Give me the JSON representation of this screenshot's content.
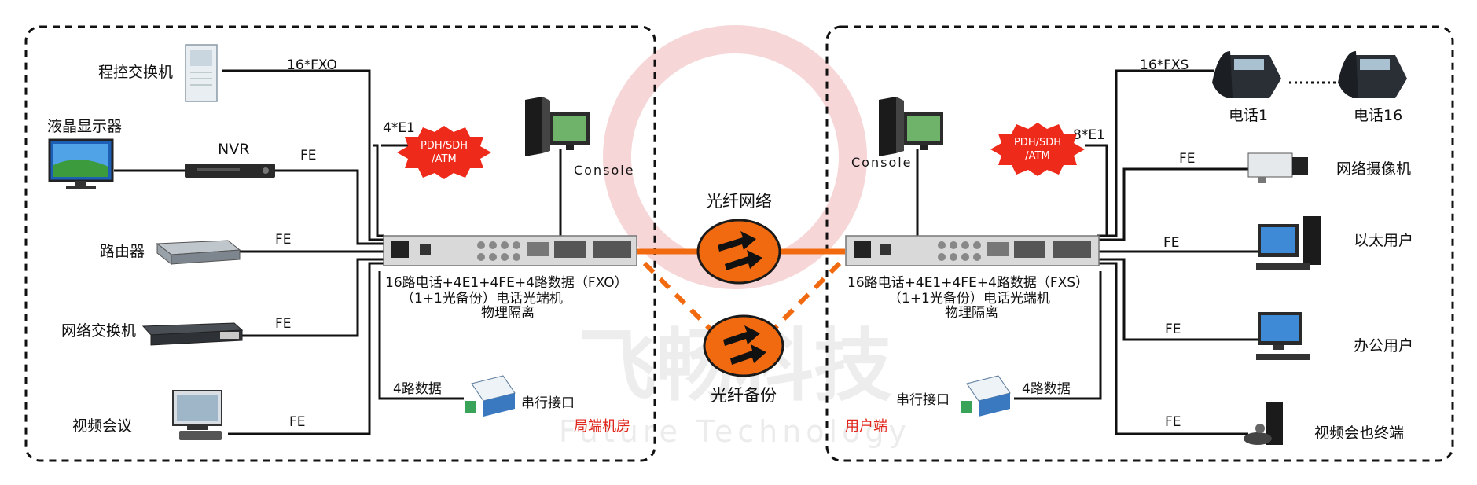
{
  "left_site": {
    "area_label": "局端机房",
    "devices": {
      "pbx": "程控交换机",
      "lcd": "液晶显示器",
      "nvr": "NVR",
      "router": "路由器",
      "switch": "网络交换机",
      "video_conf": "视频会议",
      "serial": "串行接口",
      "console": "Console"
    },
    "links": {
      "pbx": "16*FXO",
      "e1": "4*E1",
      "nvr": "FE",
      "router": "FE",
      "switch": "FE",
      "video_conf": "FE",
      "serial": "4路数据"
    },
    "network_badge": [
      "PDH/SDH",
      "/ATM"
    ],
    "unit_caption": [
      "16路电话+4E1+4FE+4路数据（FXO）",
      "（1+1光备份）电话光端机",
      "物理隔离"
    ]
  },
  "right_site": {
    "area_label": "用户端",
    "devices": {
      "phone1": "电话1",
      "phone16": "电话16",
      "camera": "网络摄像机",
      "ethernet_user": "以太用户",
      "office_user": "办公用户",
      "video_terminal": "视频会也终端",
      "serial": "串行接口",
      "console": "Console"
    },
    "links": {
      "phones": "16*FXS",
      "e1": "8*E1",
      "camera": "FE",
      "ethernet_user": "FE",
      "office_user": "FE",
      "video_terminal": "FE",
      "serial": "4路数据"
    },
    "network_badge": [
      "PDH/SDH",
      "/ATM"
    ],
    "unit_caption": [
      "16路电话+4E1+4FE+4路数据（FXS）",
      "（1+1光备份）电话光端机",
      "物理隔离"
    ]
  },
  "center": {
    "fiber_main": "光纤网络",
    "fiber_backup": "光纤备份"
  },
  "watermark": {
    "company_cn": "飞畅科技",
    "company_en": "Future Technology"
  },
  "colors": {
    "fiber": "#f26a10",
    "label_red": "#e0261b",
    "badge_red": "#ee2a1b",
    "line": "#111111",
    "watermark": "#f3c9c9"
  }
}
